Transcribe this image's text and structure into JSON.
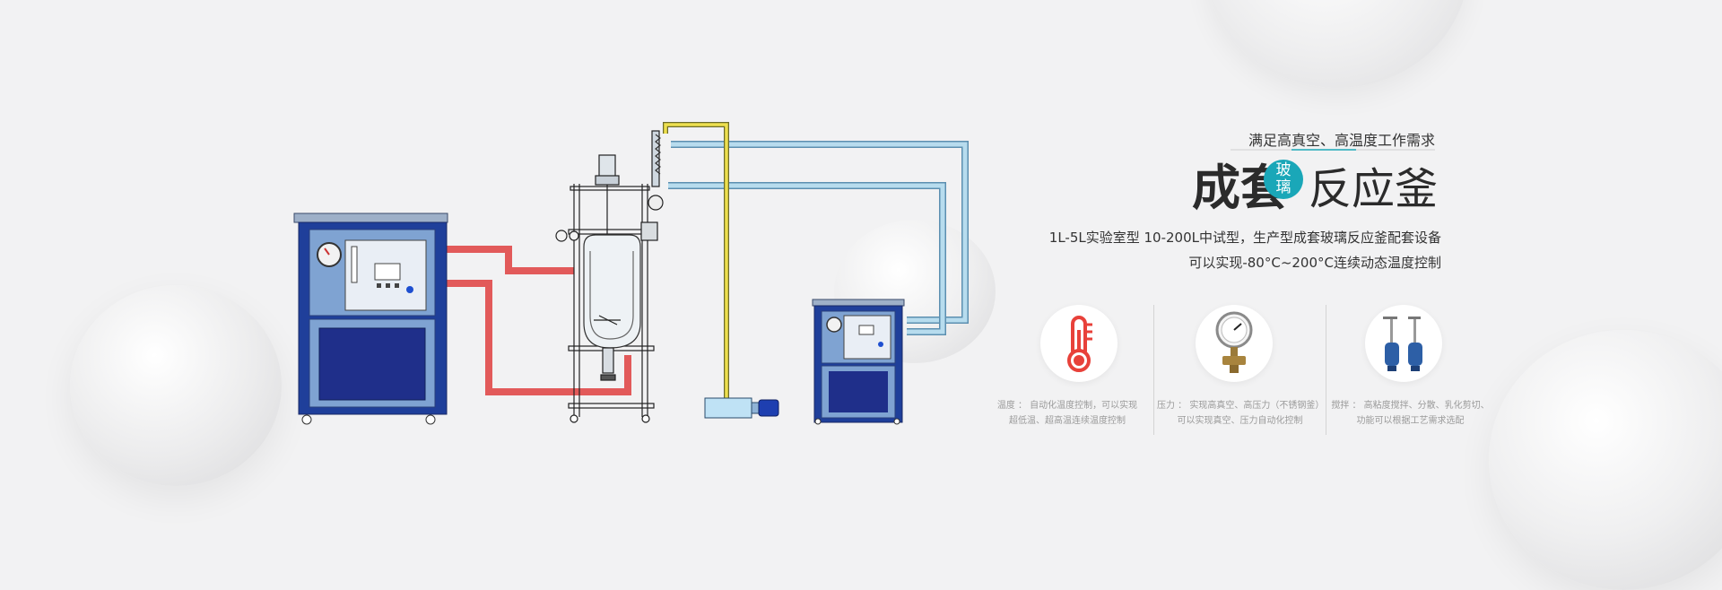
{
  "header": {
    "subtitle": "满足高真空、高温度工作需求",
    "title_left": "成套",
    "badge_top": "玻",
    "badge_bottom": "璃",
    "title_right": "反应釜"
  },
  "description": {
    "line1": "1L-5L实验室型  10-200L中试型，生产型成套玻璃反应釜配套设备",
    "line2": "可以实现-80°C~200°C连续动态温度控制"
  },
  "features": [
    {
      "icon": "thermometer-icon",
      "line1": "温度 ： 自动化温度控制，可以实现",
      "line2": "超低温、超高温连续温度控制"
    },
    {
      "icon": "pressure-gauge-icon",
      "line1": "压力 ： 实现高真空、高压力（不锈钢釜）",
      "line2": "可以实现真空、压力自动化控制"
    },
    {
      "icon": "stirrer-icon",
      "line1": "搅拌 ： 高粘度搅拌、分散、乳化剪切、",
      "line2": "功能可以根据工艺需求选配"
    }
  ],
  "colors": {
    "accent": "#1aa7b8",
    "hot_pipe": "#e25a5a",
    "cold_pipe": "#a9d4ea",
    "vacuum_pipe": "#e5d84a",
    "unit_blue": "#1f3f9a",
    "unit_panel": "#7fa3d2"
  }
}
